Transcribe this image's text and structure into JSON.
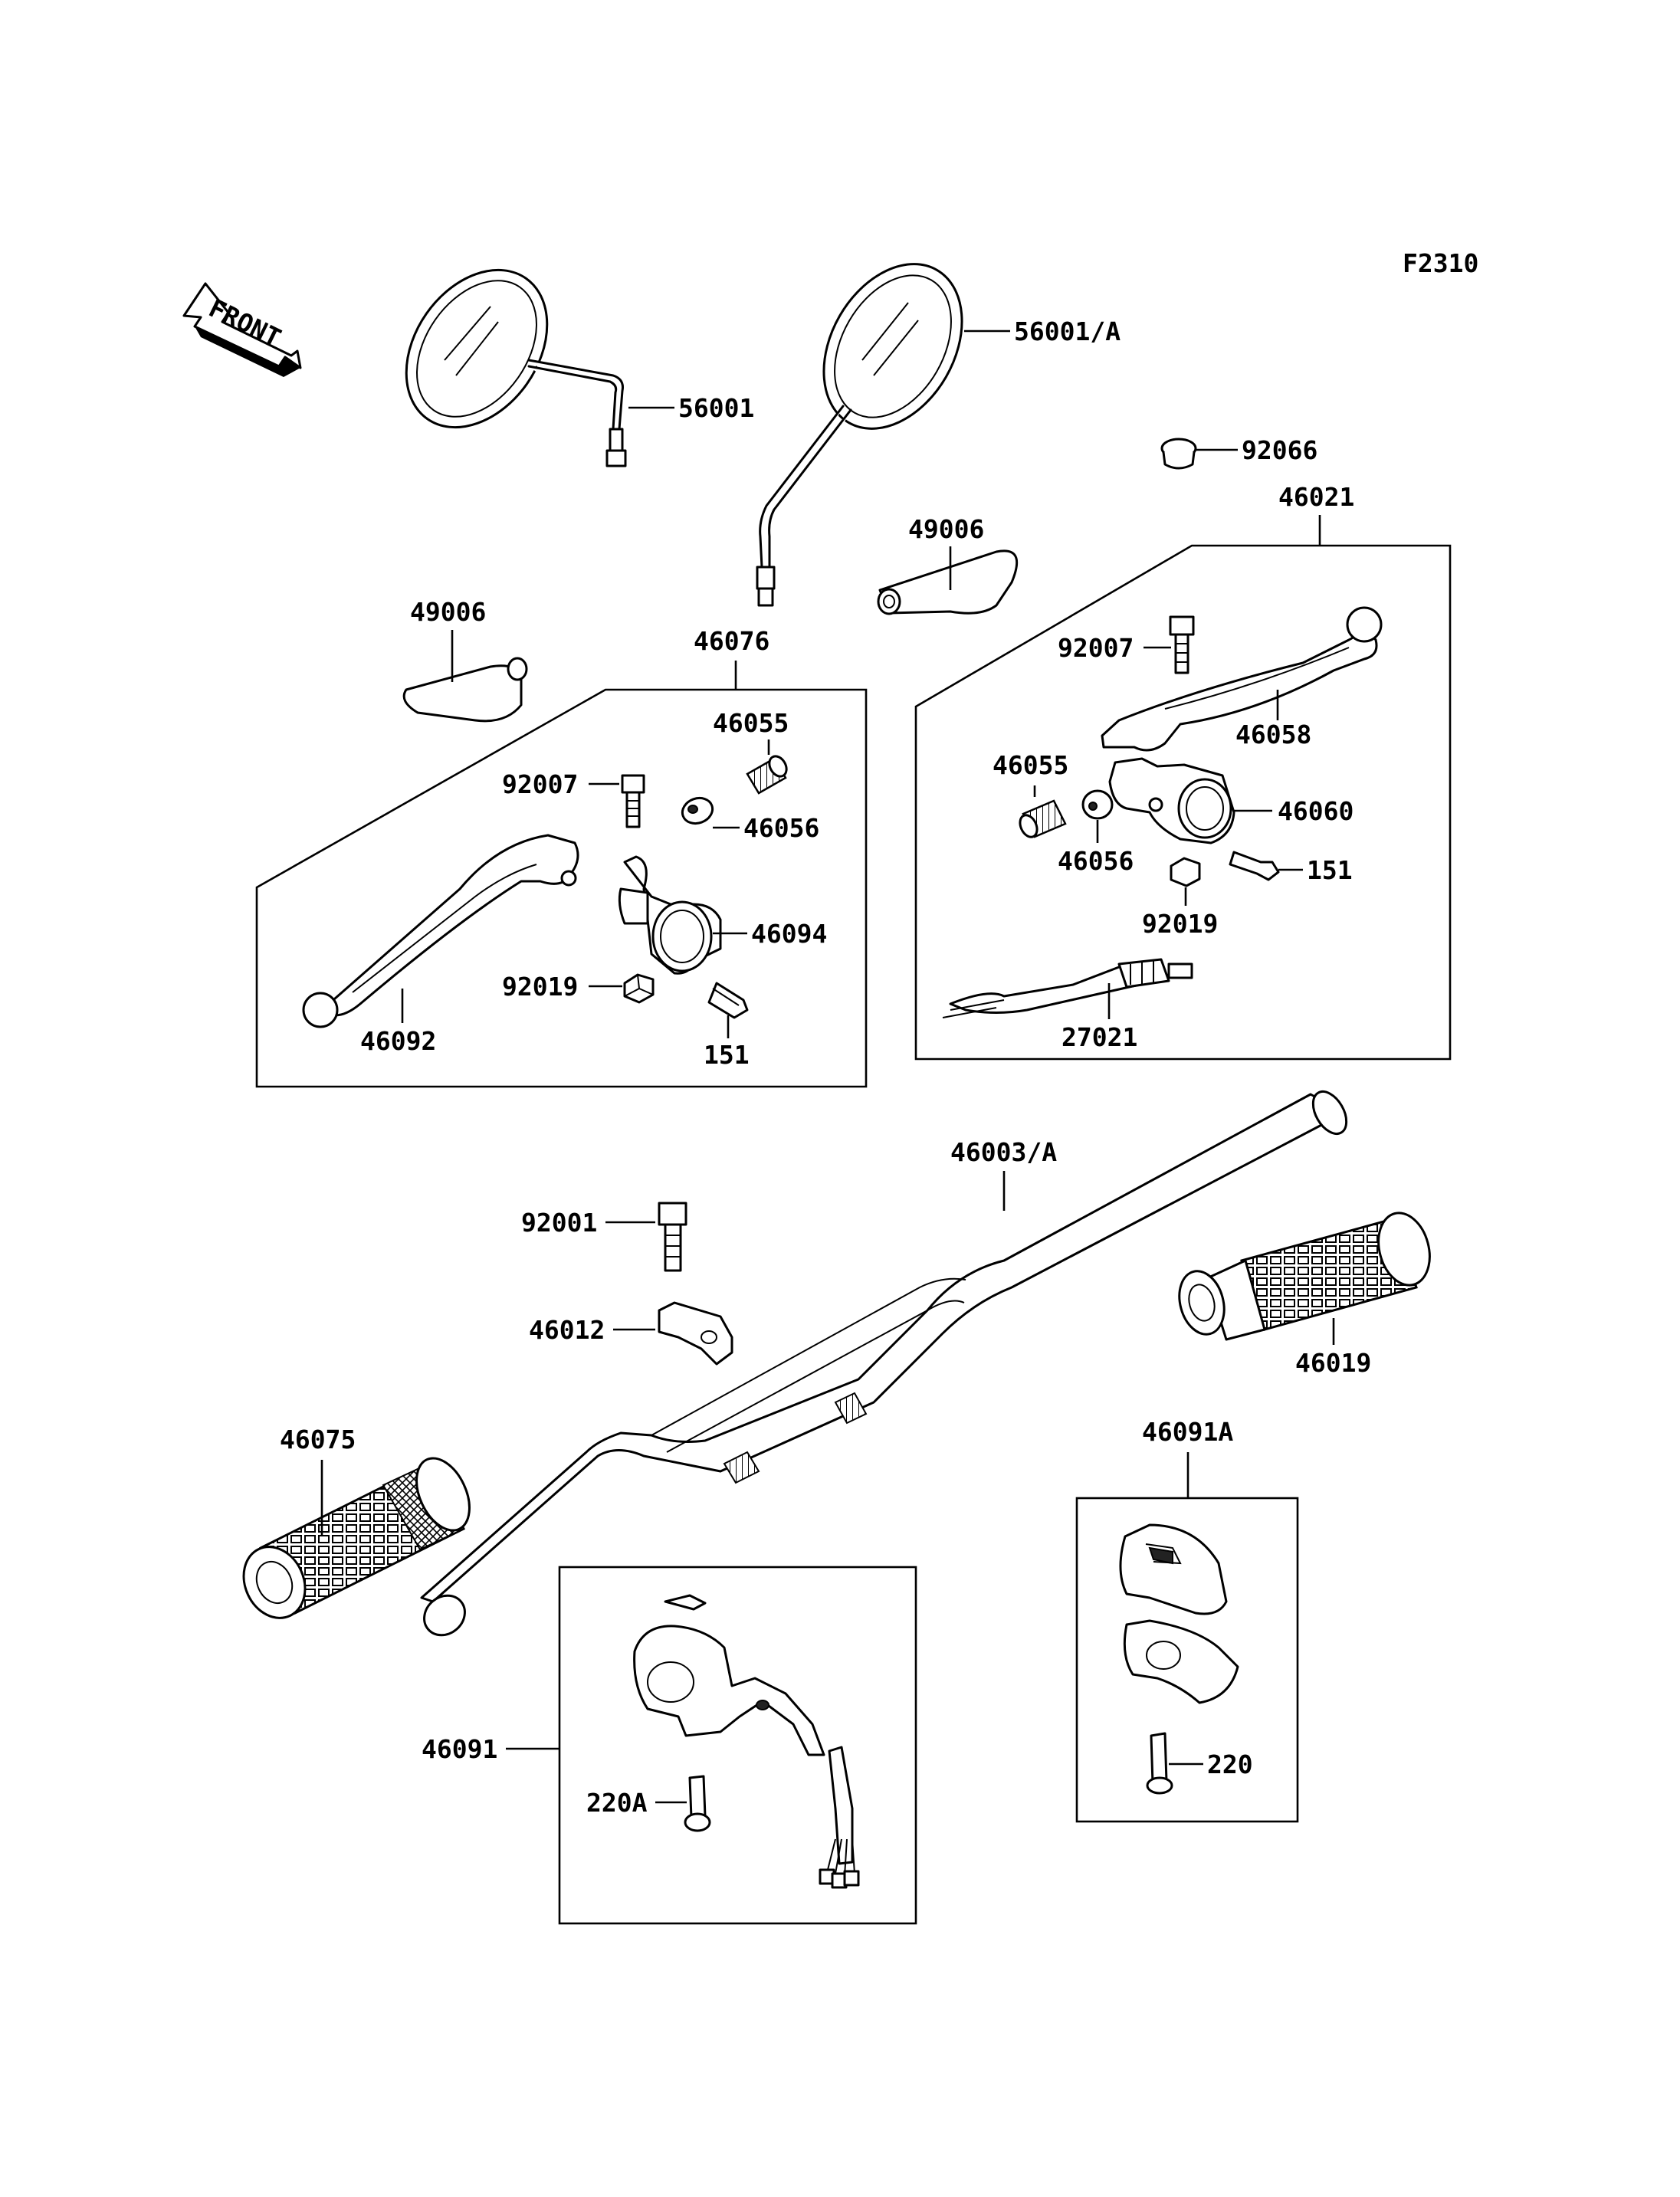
{
  "figure_code": "F2310",
  "front_label": "FRONT",
  "parts": {
    "p56001": "56001",
    "p56001a": "56001/A",
    "p92066": "92066",
    "p46021": "46021",
    "p49006_right": "49006",
    "p49006_left": "49006",
    "p46076": "46076",
    "p46055_left": "46055",
    "p92007_left": "92007",
    "p46056_left": "46056",
    "p46094": "46094",
    "p92019_left": "92019",
    "p151_left": "151",
    "p46092": "46092",
    "p92007_right": "92007",
    "p46058": "46058",
    "p46055_right": "46055",
    "p46060": "46060",
    "p46056_right": "46056",
    "p151_right": "151",
    "p92019_right": "92019",
    "p27021": "27021",
    "p46003a": "46003/A",
    "p92001": "92001",
    "p46012": "46012",
    "p46019": "46019",
    "p46075": "46075",
    "p46091a": "46091A",
    "p46091": "46091",
    "p220a": "220A",
    "p220": "220"
  }
}
